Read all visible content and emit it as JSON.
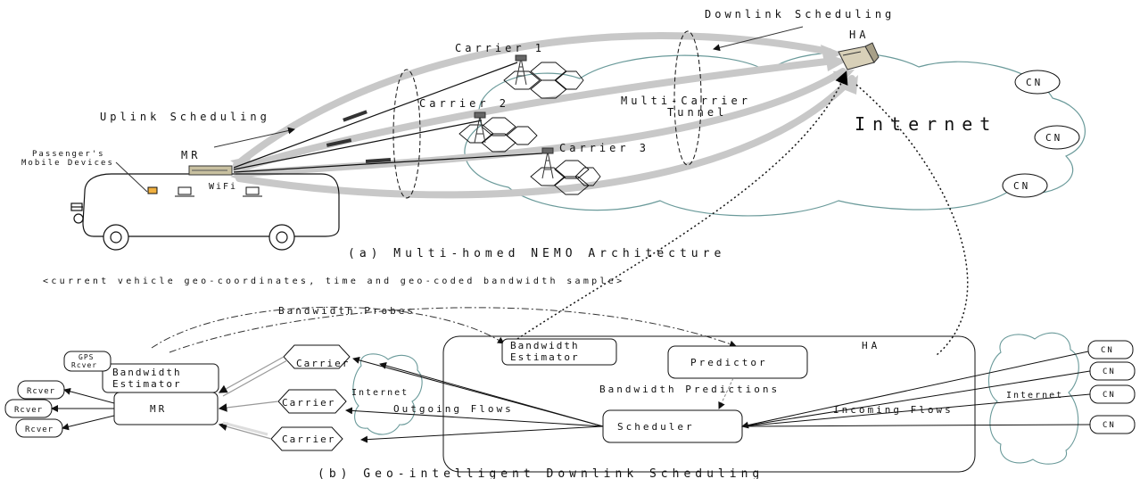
{
  "top": {
    "downlink_scheduling": "Downlink Scheduling",
    "uplink_scheduling": "Uplink Scheduling",
    "carrier_1": "Carrier 1",
    "carrier_2": "Carrier 2",
    "carrier_3": "Carrier 3",
    "tunnel_line1": "Multi-Carrier",
    "tunnel_line2": "Tunnel",
    "ha": "HA",
    "internet": "Internet",
    "cn_a": "CN",
    "cn_b": "CN",
    "cn_c": "CN",
    "mr": "MR",
    "passenger_line1": "Passenger's",
    "passenger_line2": "Mobile Devices",
    "wifi": "WiFi",
    "caption": "(a) Multi-homed NEMO Architecture"
  },
  "middle": {
    "tuple": "<current vehicle geo-coordinates, time and geo-coded bandwidth sample>",
    "bandwidth_probes": "Bandwidth Probes"
  },
  "bottom": {
    "gps_line1": "GPS",
    "gps_line2": "Rcver",
    "bw_est_left_line1": "Bandwidth",
    "bw_est_left_line2": "Estimator",
    "mr": "MR",
    "rcver": "Rcver",
    "carrier": "Carrier",
    "internet_left": "Internet",
    "outgoing_flows": "Outgoing Flows",
    "bw_est_ha_line1": "Bandwidth",
    "bw_est_ha_line2": "Estimator",
    "predictor": "Predictor",
    "bw_predictions": "Bandwidth Predictions",
    "scheduler": "Scheduler",
    "ha": "HA",
    "incoming_flows": "Incoming Flows",
    "internet_right": "Internet",
    "cn": "CN",
    "caption": "(b) Geo-intelligent Downlink Scheduling"
  }
}
